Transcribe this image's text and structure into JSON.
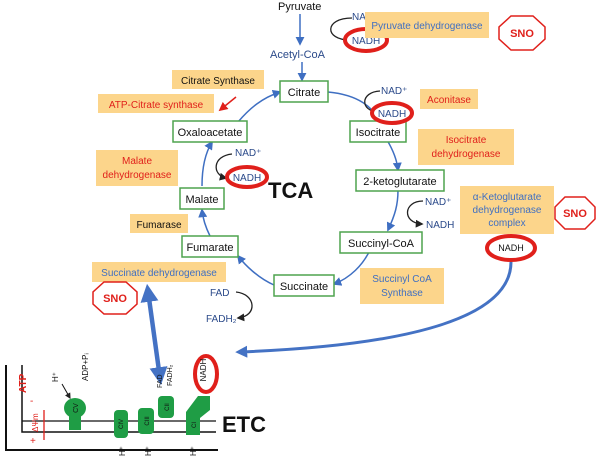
{
  "top": {
    "pyruvate": "Pyruvate",
    "acetyl_coa": "Acetyl-CoA",
    "nad_plus": "NAD⁺",
    "nadh": "NADH"
  },
  "metabolites": {
    "citrate": "Citrate",
    "isocitrate": "Isocitrate",
    "ketoglutarate": "2-ketoglutarate",
    "succinyl_coa": "Succinyl-CoA",
    "succinate": "Succinate",
    "fumarate": "Fumarate",
    "malate": "Malate",
    "oxaloacetate": "Oxaloacetate"
  },
  "cofactors": {
    "nad_plus": "NAD⁺",
    "nadh": "NADH",
    "fad": "FAD",
    "fadh2": "FADH₂"
  },
  "enzymes": {
    "pyruvate_dh": "Pyruvate dehydrogenase",
    "citrate_synthase": "Citrate Synthase",
    "atp_citrate_synthase": "ATP-Citrate synthase",
    "aconitase": "Aconitase",
    "isocitrate_dh_l1": "Isocitrate",
    "isocitrate_dh_l2": "dehydrogenase",
    "akg_dh_l1": "α-Ketoglutarate",
    "akg_dh_l2": "dehydrogenase",
    "akg_dh_l3": "complex",
    "malate_dh_l1": "Malate",
    "malate_dh_l2": "dehydrogenase",
    "fumarase": "Fumarase",
    "succinyl_coa_synthase_l1": "Succinyl CoA",
    "succinyl_coa_synthase_l2": "Synthase",
    "succinate_dh": "Succinate dehydrogenase"
  },
  "sno_label": "SNO",
  "tca_label": "TCA",
  "etc": {
    "label": "ETC",
    "atp": "ATP",
    "adp_p": "ADP+Pᵢ",
    "h_plus": "H⁺",
    "psi_label": "ΔΨm",
    "plus_sign": "+",
    "minus_sign": "-",
    "complex_v": "CV",
    "complex_iv": "CIV",
    "complex_iii": "CIII",
    "complex_ii": "CII",
    "complex_i": "CI",
    "fadh2_small": "FADH₂",
    "fad_small": "FAD",
    "nadh": "NADH"
  },
  "colors": {
    "box_fill": "#fcd58b",
    "metabolite_border": "#4ea34e",
    "arrow_blue": "#3f6fc2",
    "sno_red": "#e0201b",
    "enzyme_red": "#e0201b",
    "enzyme_blue": "#3f6fc2",
    "complex_green": "#1f9d45"
  }
}
